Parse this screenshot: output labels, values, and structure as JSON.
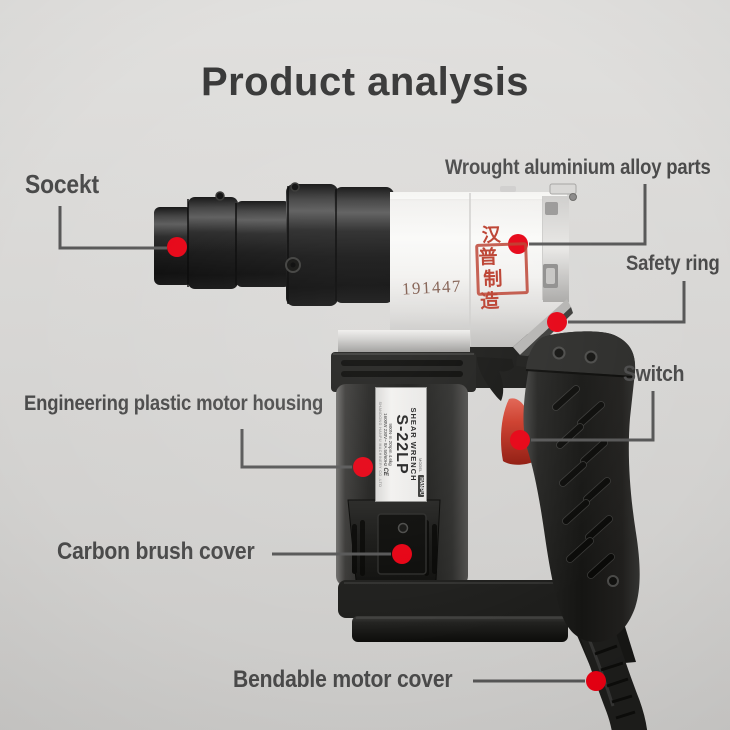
{
  "title": "Product analysis",
  "labels": {
    "socket": "Socekt",
    "wrought_aluminium": "Wrought aluminium alloy parts",
    "safety_ring": "Safety ring",
    "switch": "Switch",
    "motor_housing": "Engineering plastic motor housing",
    "carbon_brush": "Carbon brush cover",
    "bendable_cover": "Bendable motor cover"
  },
  "tool_markings": {
    "serial": "191447",
    "stamp_row1": "汉普",
    "stamp_row2": "制造",
    "plate": {
      "brand": "HANPU",
      "model_label": "MODEL",
      "name": "SHEAR WRENCH",
      "model": "S-22LP",
      "spec1": "900N·m  20rpm  4.6kg",
      "spec2": "1600W 230V~ 8A 50/60Hz",
      "ce": "CE",
      "maker": "SHANDONG HANPU MACHINERY CO.,LTD"
    }
  },
  "colors": {
    "background": "#d9d8d6",
    "label_text": "#4a4a4a",
    "callout_line": "#565656",
    "callout_dot": "#e60012",
    "trigger_red": "#c6382b",
    "stamp_red": "#ba3c2b"
  }
}
